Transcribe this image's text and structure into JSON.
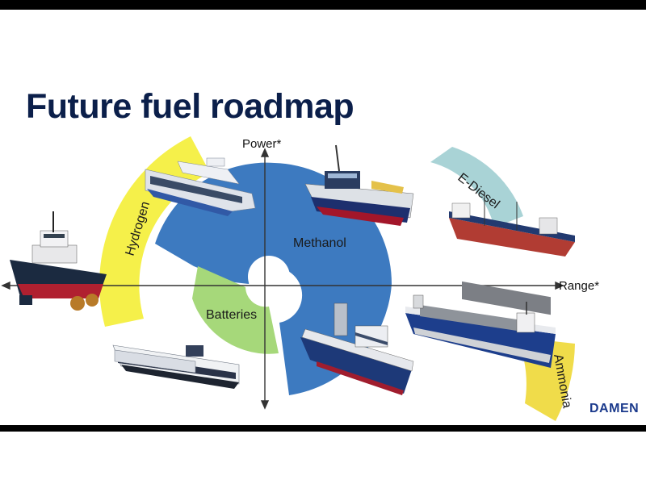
{
  "slide": {
    "title": "Future fuel roadmap",
    "logo": "DAMEN"
  },
  "axes": {
    "y_label": "Power*",
    "x_label": "Range*"
  },
  "fuels": [
    {
      "label": "Methanol",
      "color": "#3d7ac0"
    },
    {
      "label": "Batteries",
      "color": "#a6d87a"
    },
    {
      "label": "Hydrogen",
      "color": "#f5f04a"
    },
    {
      "label": "E-Diesel",
      "color": "#a9d3d6"
    },
    {
      "label": "Ammonia",
      "color": "#f0dc4a"
    }
  ],
  "vessels": [
    {
      "name": "tug-boat"
    },
    {
      "name": "fast-ferry"
    },
    {
      "name": "crew-transfer-vessel"
    },
    {
      "name": "cable-layer-ship"
    },
    {
      "name": "electric-ferry"
    },
    {
      "name": "offshore-support-vessel"
    },
    {
      "name": "cargo-ship"
    }
  ]
}
